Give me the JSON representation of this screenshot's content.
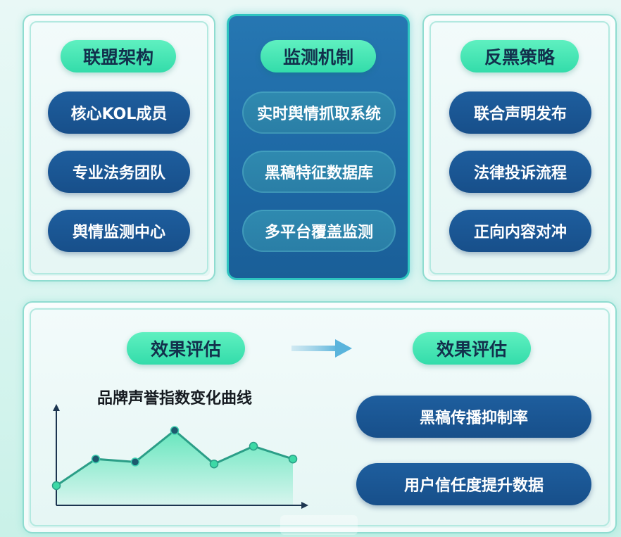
{
  "alliance": {
    "title": "联盟架构",
    "items": [
      "核心KOL成员",
      "专业法务团队",
      "舆情监测中心"
    ]
  },
  "monitoring": {
    "title": "监测机制",
    "items": [
      "实时舆情抓取系统",
      "黑稿特征数据库",
      "多平台覆盖监测"
    ]
  },
  "strategy": {
    "title": "反黑策略",
    "items": [
      "联合声明发布",
      "法律投诉流程",
      "正向内容对冲"
    ]
  },
  "evaluation": {
    "left_title": "效果评估",
    "right_title": "效果评估",
    "chart_title": "品牌声誉指数变化曲线",
    "metrics": [
      "黑稿传播抑制率",
      "用户信任度提升数据"
    ]
  },
  "chart_data": {
    "type": "area",
    "title": "品牌声誉指数变化曲线",
    "x": [
      1,
      2,
      3,
      4,
      5,
      6,
      7
    ],
    "values": [
      2,
      4.7,
      4.4,
      7.6,
      4.2,
      6.0,
      4.7
    ],
    "ylim": [
      0,
      10
    ],
    "xlabel": "",
    "ylabel": "",
    "grid": false,
    "colors": {
      "line": "#2b9e87",
      "marker_dark": "#1d5a6e",
      "marker_light": "#3dd9a6",
      "fill": "#4fe3b3"
    }
  }
}
